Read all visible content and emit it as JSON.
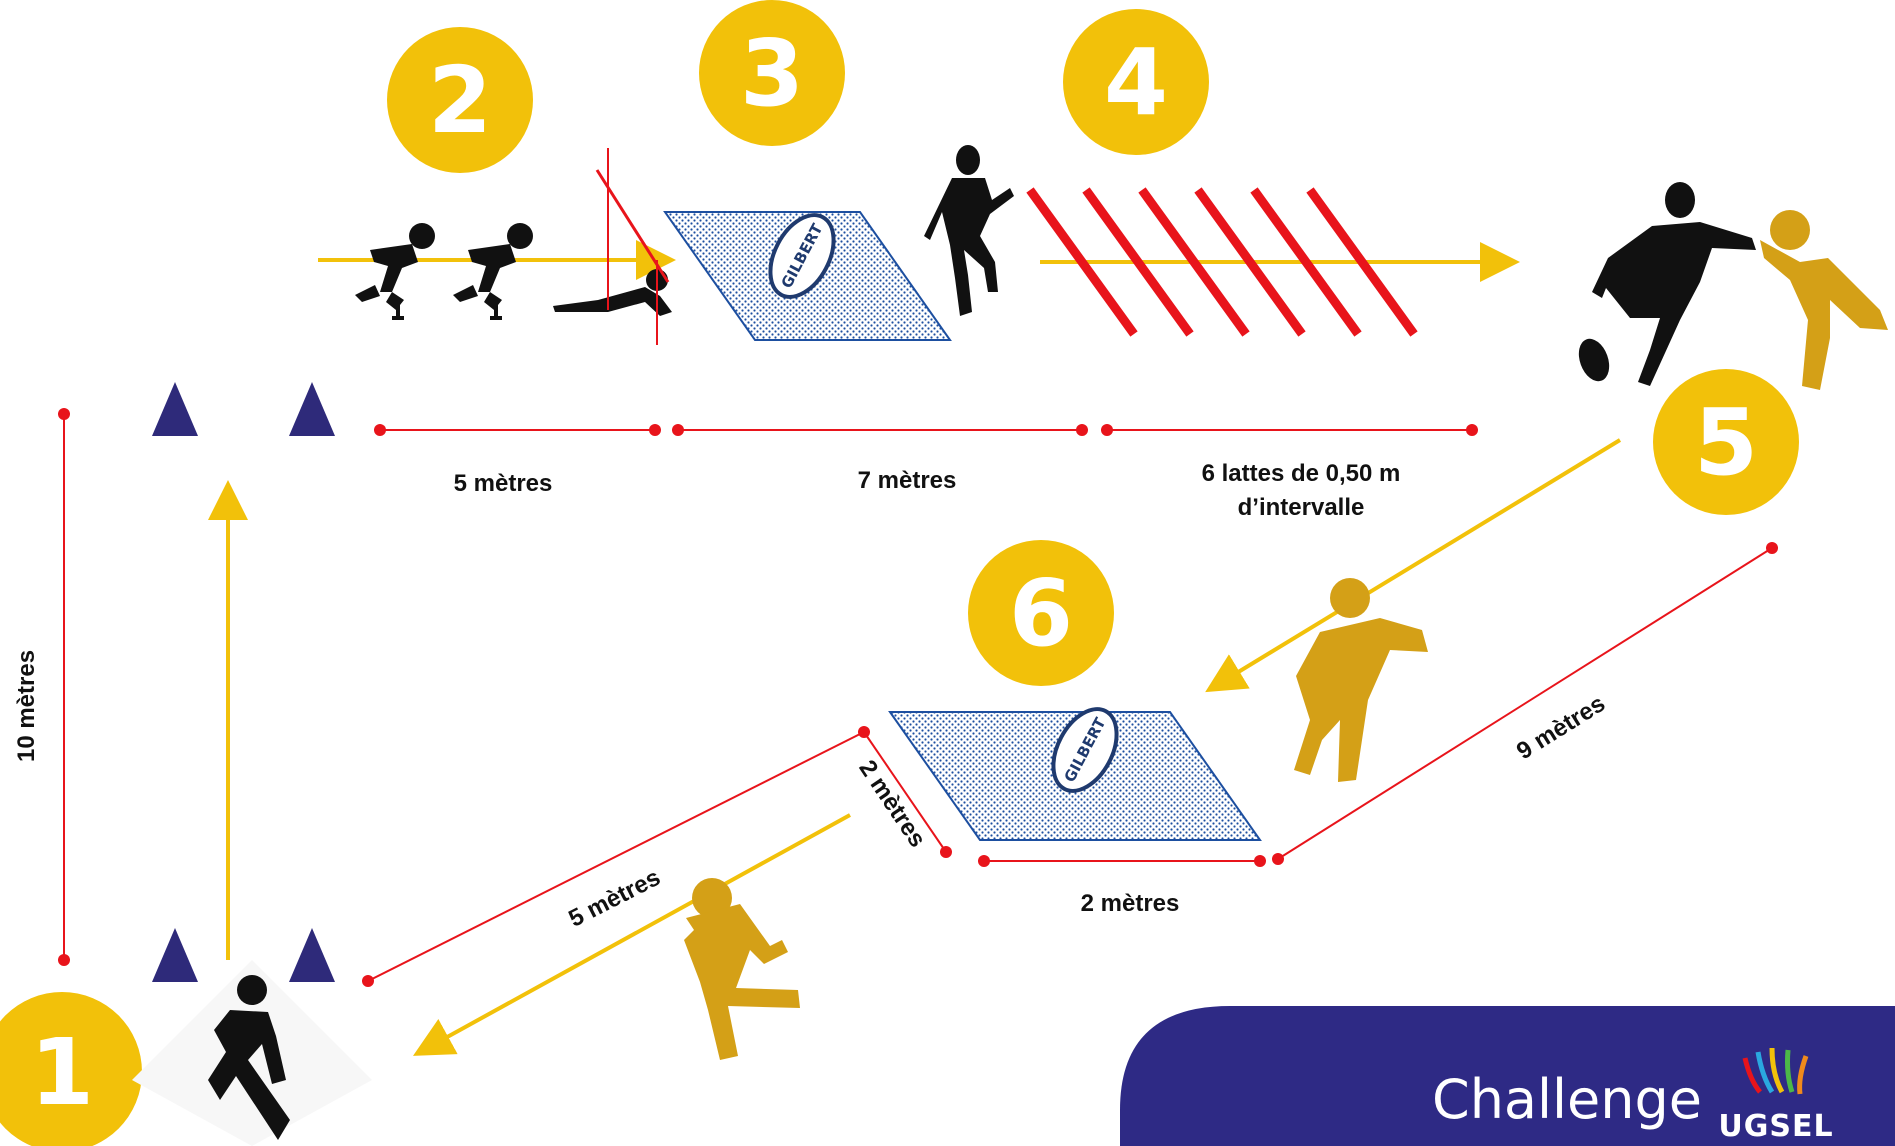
{
  "stations": [
    "1",
    "2",
    "3",
    "4",
    "5",
    "6"
  ],
  "distances": {
    "vertical": "10 mètres",
    "seg1": "5 mètres",
    "seg2": "7 mètres",
    "seg3_line1": "6 lattes de 0,50 m",
    "seg3_line2": "d’intervalle",
    "diag_left": "5 mètres",
    "box_side": "2 mètres",
    "box_bottom": "2 mètres",
    "diag_right": "9 mètres"
  },
  "ball_brand": "GILBERT",
  "footer": {
    "title": "Challenge",
    "logo_text": "UGSEL"
  },
  "colors": {
    "station_circle": "#f2c10a",
    "measure_line": "#e8141b",
    "arrow": "#f2c10a",
    "cone": "#2e2a7a",
    "figure_gold": "#d4a017",
    "footer_bg": "#2e2a85",
    "mat_fill": "#1d4fa0"
  }
}
